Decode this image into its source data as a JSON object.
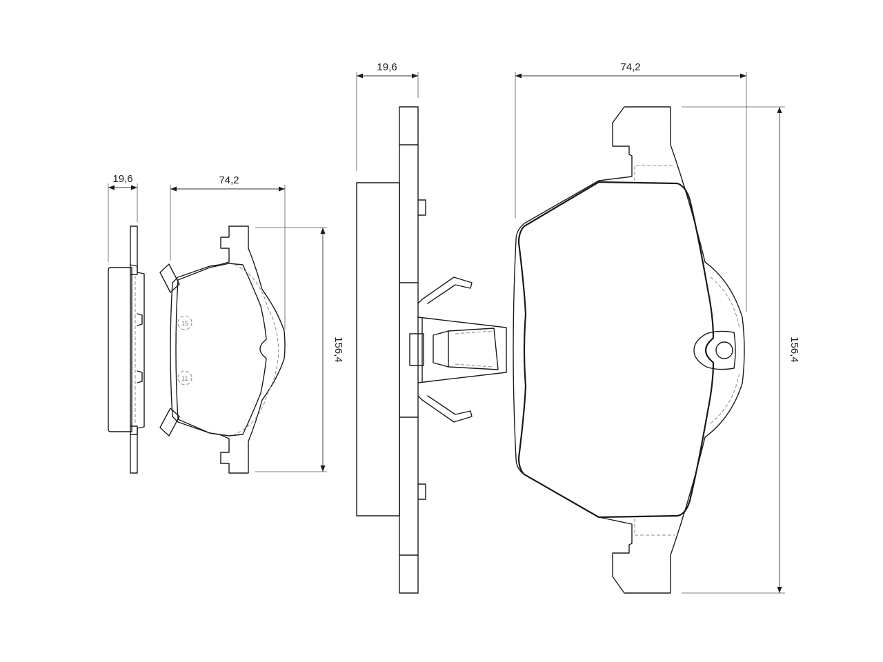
{
  "dimensions": {
    "small_thickness": "19,6",
    "small_width": "74,2",
    "small_height": "156,4",
    "large_thickness": "19,6",
    "large_width": "74,2",
    "large_height": "156,4"
  },
  "small_pad_marks": {
    "upper": "15",
    "lower": "11"
  }
}
